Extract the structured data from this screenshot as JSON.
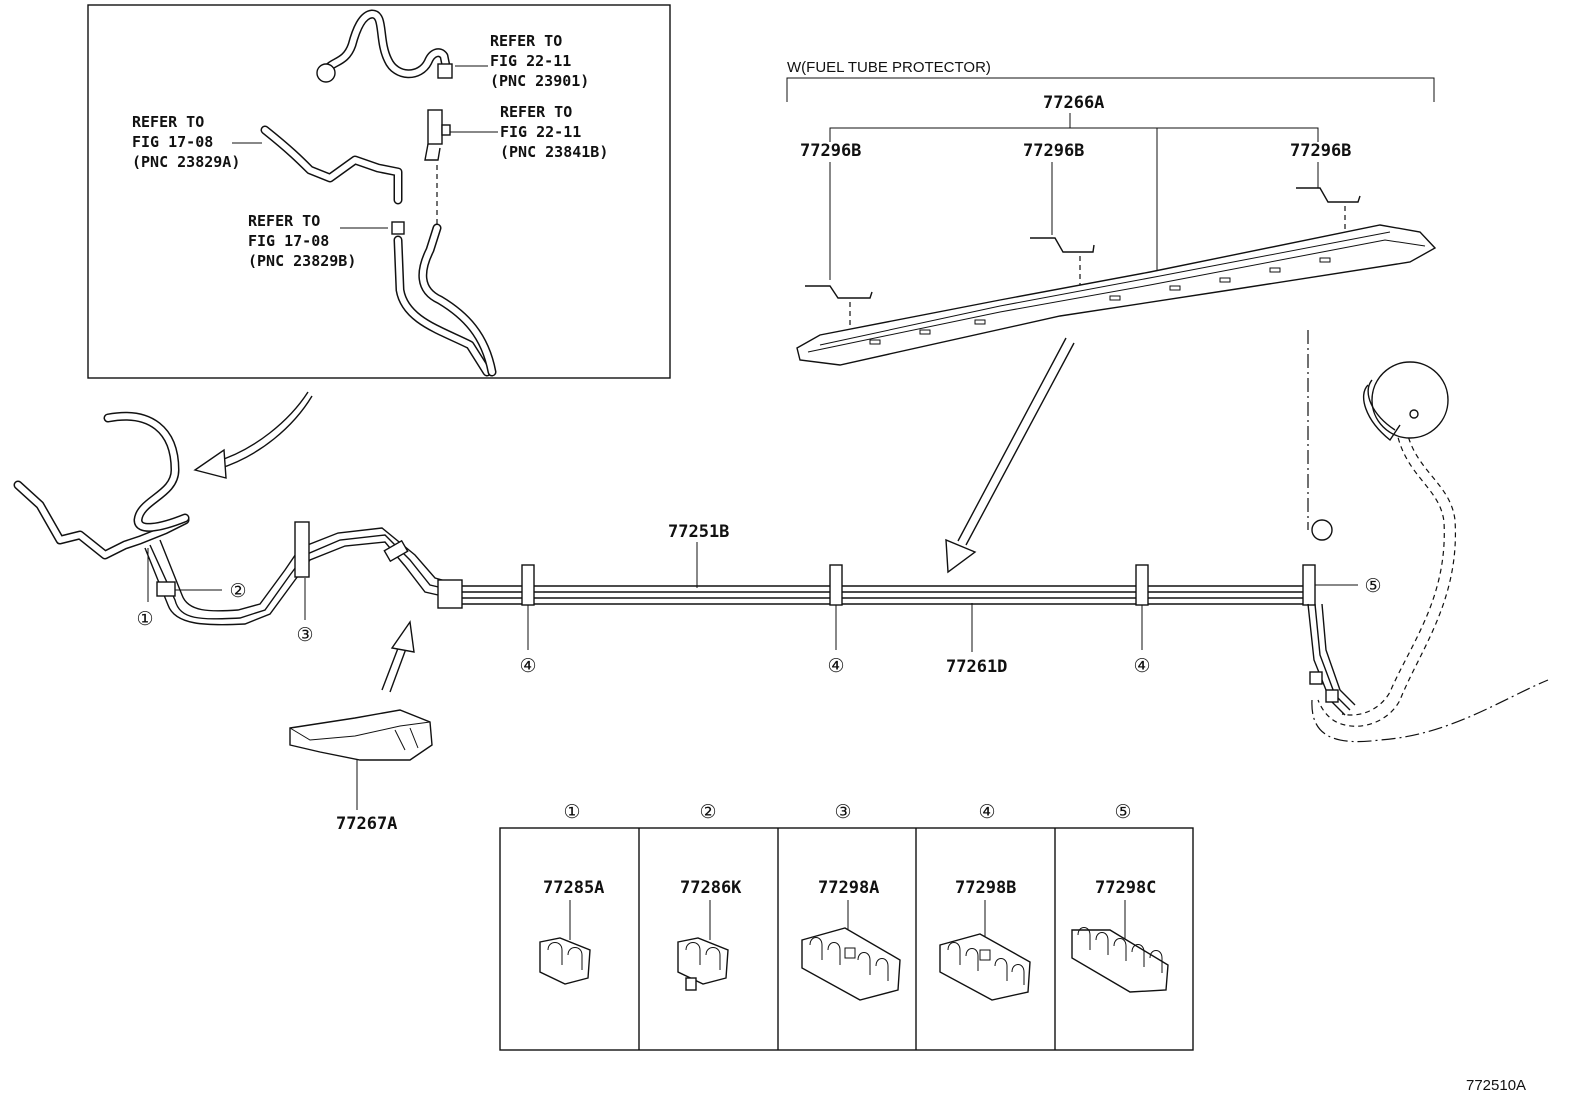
{
  "inset": {
    "refs": [
      {
        "line1": "REFER TO",
        "line2": "FIG 22-11",
        "line3": "(PNC 23901)"
      },
      {
        "line1": "REFER TO",
        "line2": "FIG 22-11",
        "line3": "(PNC 23841B)"
      },
      {
        "line1": "REFER TO",
        "line2": "FIG 17-08",
        "line3": "(PNC 23829A)"
      },
      {
        "line1": "REFER TO",
        "line2": "FIG 17-08",
        "line3": "(PNC 23829B)"
      }
    ]
  },
  "protector": {
    "title": "W(FUEL TUBE PROTECTOR)",
    "assembly": "77266A",
    "brackets": [
      "77296B",
      "77296B",
      "77296B"
    ]
  },
  "main": {
    "tube_upper": "77251B",
    "tube_lower": "77261D",
    "cover": "77267A",
    "callouts": [
      "①",
      "②",
      "③",
      "④",
      "④",
      "④",
      "⑤"
    ]
  },
  "clamps": [
    {
      "num": "①",
      "part": "77285A"
    },
    {
      "num": "②",
      "part": "77286K"
    },
    {
      "num": "③",
      "part": "77298A"
    },
    {
      "num": "④",
      "part": "77298B"
    },
    {
      "num": "⑤",
      "part": "77298C"
    }
  ],
  "figure_id": "772510A"
}
